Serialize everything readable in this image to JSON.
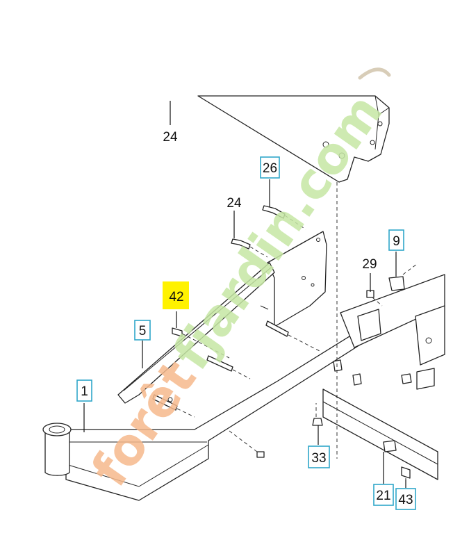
{
  "labels": {
    "l24a": "24",
    "l26": "26",
    "l24b": "24",
    "l9": "9",
    "l29": "29",
    "l42": "42",
    "l5": "5",
    "l1": "1",
    "l33": "33",
    "l21": "21",
    "l43": "43"
  },
  "watermark": {
    "orange_part": "forêt",
    "green_part": "fjardin.com"
  },
  "colors": {
    "label_box": "#2fa7c9",
    "highlight": "#fff200",
    "watermark_green": "#c6e6a3",
    "watermark_orange": "#f6b98c",
    "watermark_grey": "#d8cdb8"
  }
}
